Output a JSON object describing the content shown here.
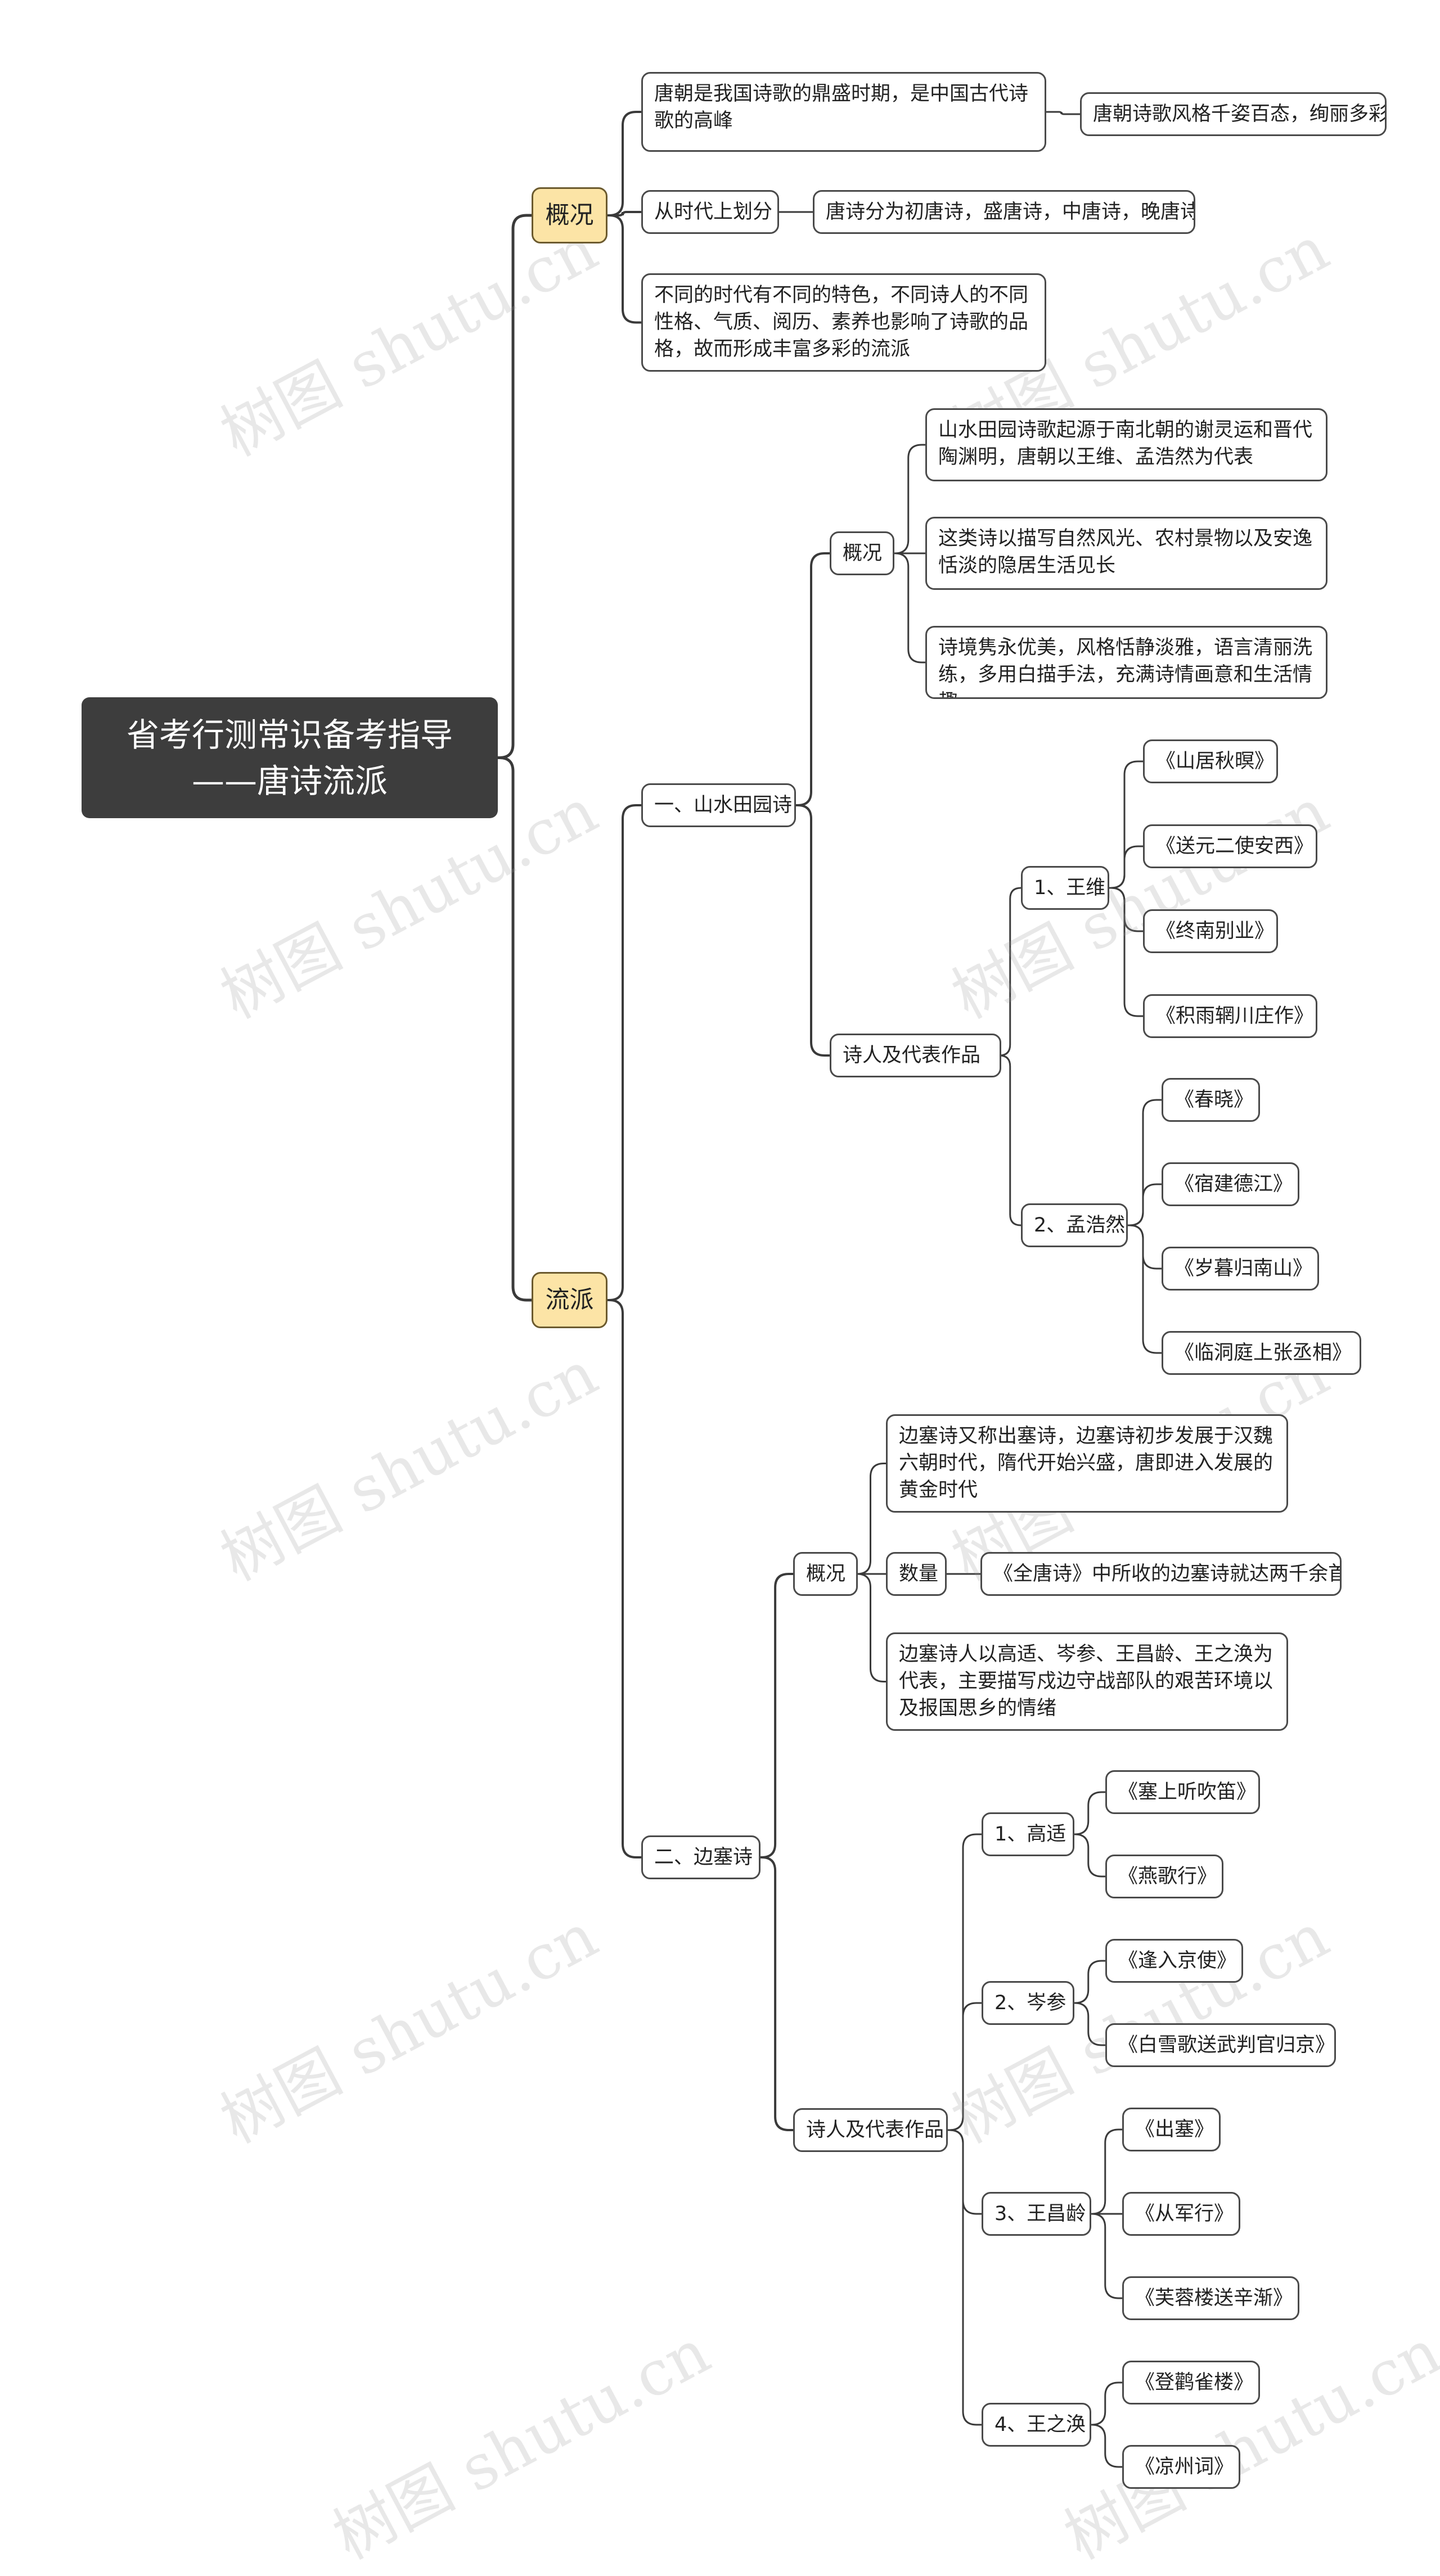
{
  "root": "省考行测常识备考指导——唐诗流派",
  "overview": {
    "label": "概况",
    "items": [
      "唐朝是我国诗歌的鼎盛时期，是中国古代诗歌的高峰",
      "唐朝诗歌风格千姿百态，绚丽多彩",
      "从时代上划分",
      "唐诗分为初唐诗，盛唐诗，中唐诗，晚唐诗",
      "不同的时代有不同的特色，不同诗人的不同性格、气质、阅历、素养也影响了诗歌的品格，故而形成丰富多彩的流派"
    ]
  },
  "schools": {
    "label": "流派",
    "pastoral": {
      "label": "一、山水田园诗",
      "overview_label": "概况",
      "overview": [
        "山水田园诗歌起源于南北朝的谢灵运和晋代陶渊明，唐朝以王维、孟浩然为代表",
        "这类诗以描写自然风光、农村景物以及安逸恬淡的隐居生活见长",
        "诗境隽永优美，风格恬静淡雅，语言清丽洗练，多用白描手法，充满诗情画意和生活情趣"
      ],
      "poets_label": "诗人及代表作品",
      "poets": [
        {
          "name": "1、王维",
          "works": [
            "《山居秋暝》",
            "《送元二使安西》",
            "《终南别业》",
            "《积雨辋川庄作》"
          ]
        },
        {
          "name": "2、孟浩然",
          "works": [
            "《春晓》",
            "《宿建德江》",
            "《岁暮归南山》",
            "《临洞庭上张丞相》"
          ]
        }
      ]
    },
    "frontier": {
      "label": "二、边塞诗",
      "overview_label": "概况",
      "overview_intro": "边塞诗又称出塞诗，边塞诗初步发展于汉魏六朝时代，隋代开始兴盛，唐即进入发展的黄金时代",
      "count_label": "数量",
      "count_text": "《全唐诗》中所收的边塞诗就达两千余首",
      "overview_outro": "边塞诗人以高适、岑参、王昌龄、王之涣为代表，主要描写戍边守战部队的艰苦环境以及报国思乡的情绪",
      "poets_label": "诗人及代表作品",
      "poets": [
        {
          "name": "1、高适",
          "works": [
            "《塞上听吹笛》",
            "《燕歌行》"
          ]
        },
        {
          "name": "2、岑参",
          "works": [
            "《逢入京使》",
            "《白雪歌送武判官归京》"
          ]
        },
        {
          "name": "3、王昌龄",
          "works": [
            "《出塞》",
            "《从军行》",
            "《芙蓉楼送辛渐》"
          ]
        },
        {
          "name": "4、王之涣",
          "works": [
            "《登鹳雀楼》",
            "《凉州词》"
          ]
        }
      ]
    }
  },
  "watermark": "树图 shutu.cn",
  "colors": {
    "root_bg": "#3d3d3d",
    "level1_bg": "#fce4a6",
    "line": "#3a3a3a"
  }
}
